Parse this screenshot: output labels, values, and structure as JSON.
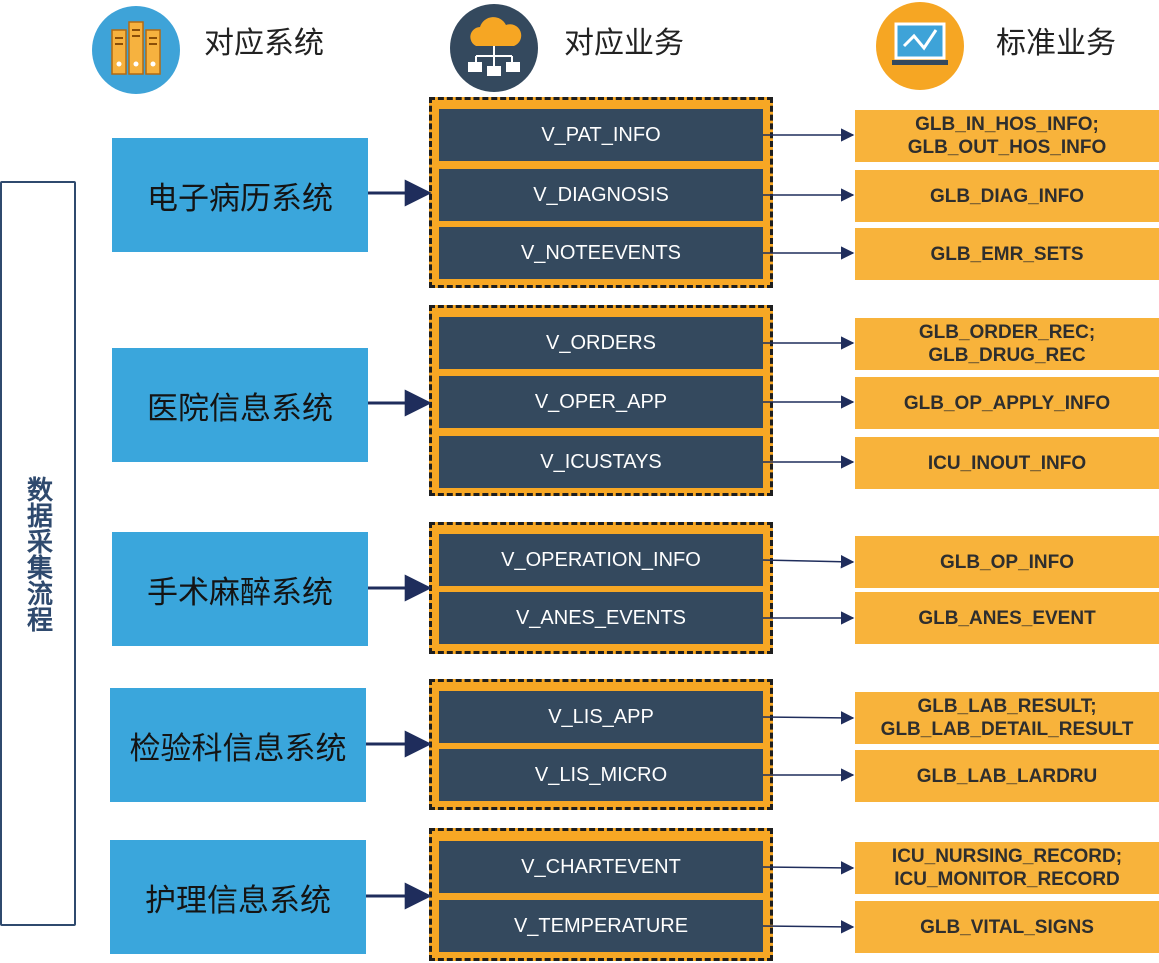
{
  "header": {
    "col1": "对应系统",
    "col2": "对应业务",
    "col3": "标准业务"
  },
  "process_label": "数据采集流程",
  "rows": [
    {
      "system": "电子病历系统",
      "views": [
        "V_PAT_INFO",
        "V_DIAGNOSIS",
        "V_NOTEEVENTS"
      ],
      "standards": [
        [
          "GLB_IN_HOS_INFO;",
          "GLB_OUT_HOS_INFO"
        ],
        [
          "GLB_DIAG_INFO"
        ],
        [
          "GLB_EMR_SETS"
        ]
      ]
    },
    {
      "system": "医院信息系统",
      "views": [
        "V_ORDERS",
        "V_OPER_APP",
        "V_ICUSTAYS"
      ],
      "standards": [
        [
          "GLB_ORDER_REC;",
          "GLB_DRUG_REC"
        ],
        [
          "GLB_OP_APPLY_INFO"
        ],
        [
          "ICU_INOUT_INFO"
        ]
      ]
    },
    {
      "system": "手术麻醉系统",
      "views": [
        "V_OPERATION_INFO",
        "V_ANES_EVENTS"
      ],
      "standards": [
        [
          "GLB_OP_INFO"
        ],
        [
          "GLB_ANES_EVENT"
        ]
      ]
    },
    {
      "system": "检验科信息系统",
      "views": [
        "V_LIS_APP",
        "V_LIS_MICRO"
      ],
      "standards": [
        [
          "GLB_LAB_RESULT;",
          "GLB_LAB_DETAIL_RESULT"
        ],
        [
          "GLB_LAB_LARDRU"
        ]
      ]
    },
    {
      "system": "护理信息系统",
      "views": [
        "V_CHARTEVENT",
        "V_TEMPERATURE"
      ],
      "standards": [
        [
          "ICU_NURSING_RECORD;",
          "ICU_MONITOR_RECORD"
        ],
        [
          "GLB_VITAL_SIGNS"
        ]
      ]
    }
  ],
  "icons": [
    "server-icon",
    "cloud-network-icon",
    "monitor-chart-icon"
  ],
  "colors": {
    "system_fill": "#3aa6dc",
    "view_fill": "#34495e",
    "group_fill": "#f7a724",
    "standard_fill": "#f8b33b",
    "arrow": "#1f2d5c",
    "label_border": "#2f4a6e"
  }
}
